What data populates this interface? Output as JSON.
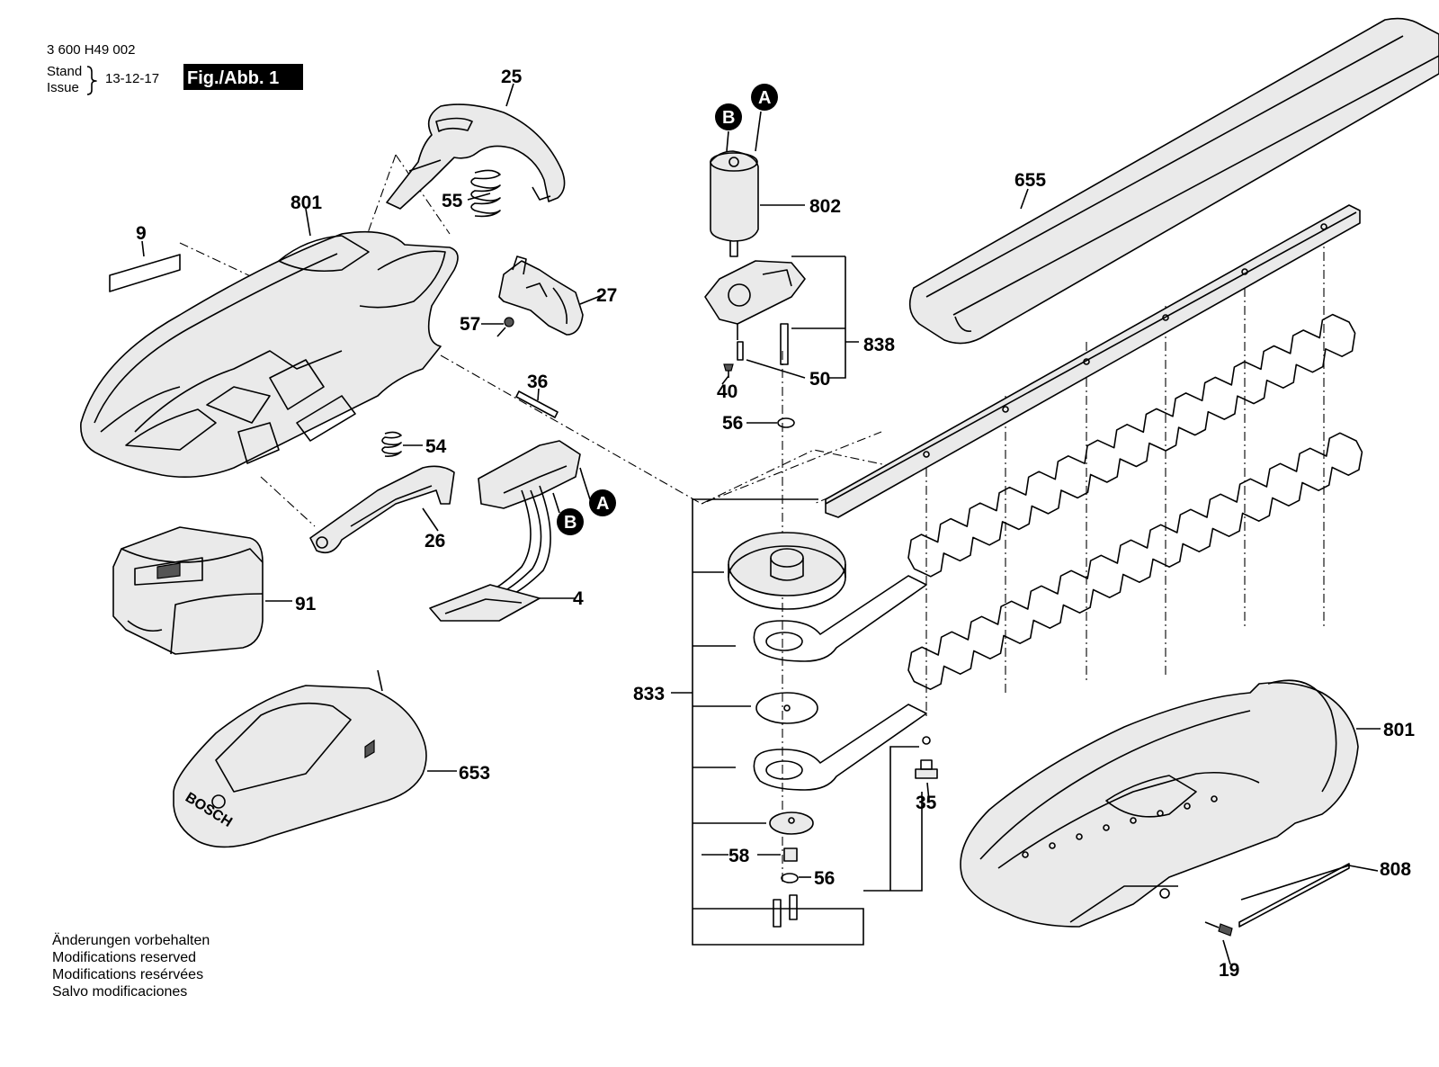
{
  "header": {
    "doc_number": "3 600 H49 002",
    "stand": "Stand",
    "issue": "Issue",
    "date": "13-12-17",
    "figure": "Fig./Abb. 1"
  },
  "footer": {
    "lines": [
      "Änderungen vorbehalten",
      "Modifications reserved",
      "Modifications resérvées",
      "Salvo modificaciones"
    ]
  },
  "badges": {
    "a": "A",
    "b": "B"
  },
  "housing_logo": "BOSCH",
  "parts": {
    "p25": "25",
    "p801_top": "801",
    "p9": "9",
    "p55": "55",
    "p27": "27",
    "p57": "57",
    "p36": "36",
    "p54": "54",
    "p26": "26",
    "p91": "91",
    "p4": "4",
    "p653": "653",
    "p802": "802",
    "p838": "838",
    "p40": "40",
    "p50": "50",
    "p56_top": "56",
    "p655": "655",
    "p833": "833",
    "p58": "58",
    "p56_bottom": "56",
    "p35": "35",
    "p801_right": "801",
    "p808": "808",
    "p19": "19"
  }
}
